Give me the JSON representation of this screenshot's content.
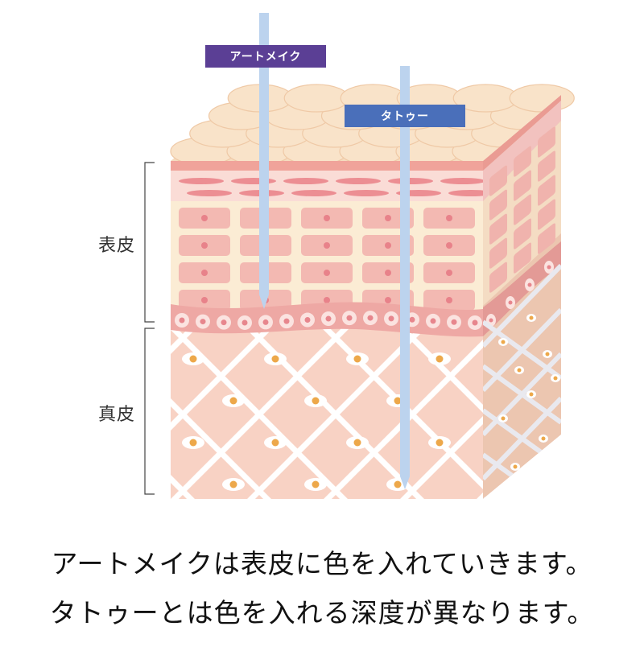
{
  "labels": {
    "epidermis": "表皮",
    "dermis": "真皮"
  },
  "needles": {
    "art_makeup": {
      "label": "アートメイク",
      "color": "#5b3f95"
    },
    "tattoo": {
      "label": "タトゥー",
      "color": "#4a6fba"
    },
    "needle_color": "#bcd3ee"
  },
  "captions": {
    "line1": "アートメイクは表皮に色を入れていきます。",
    "line2": "タトゥーとは色を入れる深度が異なります。"
  },
  "colors": {
    "skin_surface": "#f6dcbf",
    "epidermis_cell": "#f3b9b2",
    "epidermis_bg": "#fbecd4",
    "dermis_bg": "#f8d2c4",
    "basal_layer": "#eea8a4",
    "nucleus_dermis": "#eda84a",
    "nucleus_epidermis": "#e8828a"
  }
}
